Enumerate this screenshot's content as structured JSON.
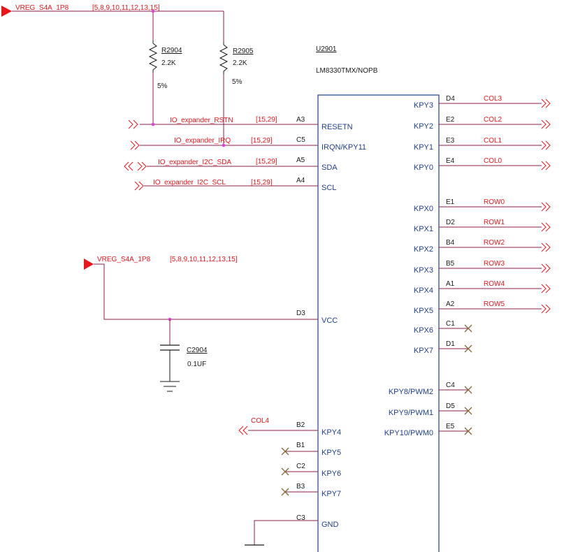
{
  "colors": {
    "net": "#e8161b",
    "wire": "#8c2046",
    "body": "#1f3f8c",
    "text_dark": "#1a1a1a",
    "node": "#e040e0",
    "nc": "#8a6a3a"
  },
  "top_power": {
    "name": "VREG_S4A_1P8",
    "refs": "[5,8,9,10,11,12,13,15]"
  },
  "mid_power": {
    "name": "VREG_S4A_1P8",
    "refs": "[5,8,9,10,11,12,13,15]"
  },
  "resistors": [
    {
      "ref": "R2904",
      "value": "2.2K",
      "tol": "5%"
    },
    {
      "ref": "R2905",
      "value": "2.2K",
      "tol": "5%"
    }
  ],
  "ic": {
    "ref": "U2901",
    "part": "LM8330TMX/NOPB"
  },
  "capacitor": {
    "ref": "C2904",
    "value": "0.1UF"
  },
  "left_pins": [
    {
      "ball": "A3",
      "name": "RESETN",
      "net": "IO_expander_RSTN",
      "refs": "[15,29]"
    },
    {
      "ball": "C5",
      "name": "IRQN/KPY11",
      "net": "IO_expander_IRQ",
      "refs": "[15,29]"
    },
    {
      "ball": "A5",
      "name": "SDA",
      "net": "IO_expander_I2C_SDA",
      "refs": "[15,29]"
    },
    {
      "ball": "A4",
      "name": "SCL",
      "net": "IO_expander_I2C_SCL",
      "refs": "[15,29]"
    },
    {
      "ball": "D3",
      "name": "VCC"
    },
    {
      "ball": "B2",
      "name": "KPY4",
      "net": "COL4"
    },
    {
      "ball": "B1",
      "name": "KPY5"
    },
    {
      "ball": "C2",
      "name": "KPY6"
    },
    {
      "ball": "B3",
      "name": "KPY7"
    },
    {
      "ball": "C3",
      "name": "GND"
    }
  ],
  "right_pins": [
    {
      "ball": "D4",
      "name": "KPY3",
      "net": "COL3"
    },
    {
      "ball": "E2",
      "name": "KPY2",
      "net": "COL2"
    },
    {
      "ball": "E3",
      "name": "KPY1",
      "net": "COL1"
    },
    {
      "ball": "E4",
      "name": "KPY0",
      "net": "COL0"
    },
    {
      "ball": "E1",
      "name": "KPX0",
      "net": "ROW0"
    },
    {
      "ball": "D2",
      "name": "KPX1",
      "net": "ROW1"
    },
    {
      "ball": "B4",
      "name": "KPX2",
      "net": "ROW2"
    },
    {
      "ball": "B5",
      "name": "KPX3",
      "net": "ROW3"
    },
    {
      "ball": "A1",
      "name": "KPX4",
      "net": "ROW4"
    },
    {
      "ball": "A2",
      "name": "KPX5",
      "net": "ROW5"
    },
    {
      "ball": "C1",
      "name": "KPX6"
    },
    {
      "ball": "D1",
      "name": "KPX7"
    },
    {
      "ball": "C4",
      "name": "KPY8/PWM2"
    },
    {
      "ball": "D5",
      "name": "KPY9/PWM1"
    },
    {
      "ball": "E5",
      "name": "KPY10/PWM0"
    }
  ]
}
